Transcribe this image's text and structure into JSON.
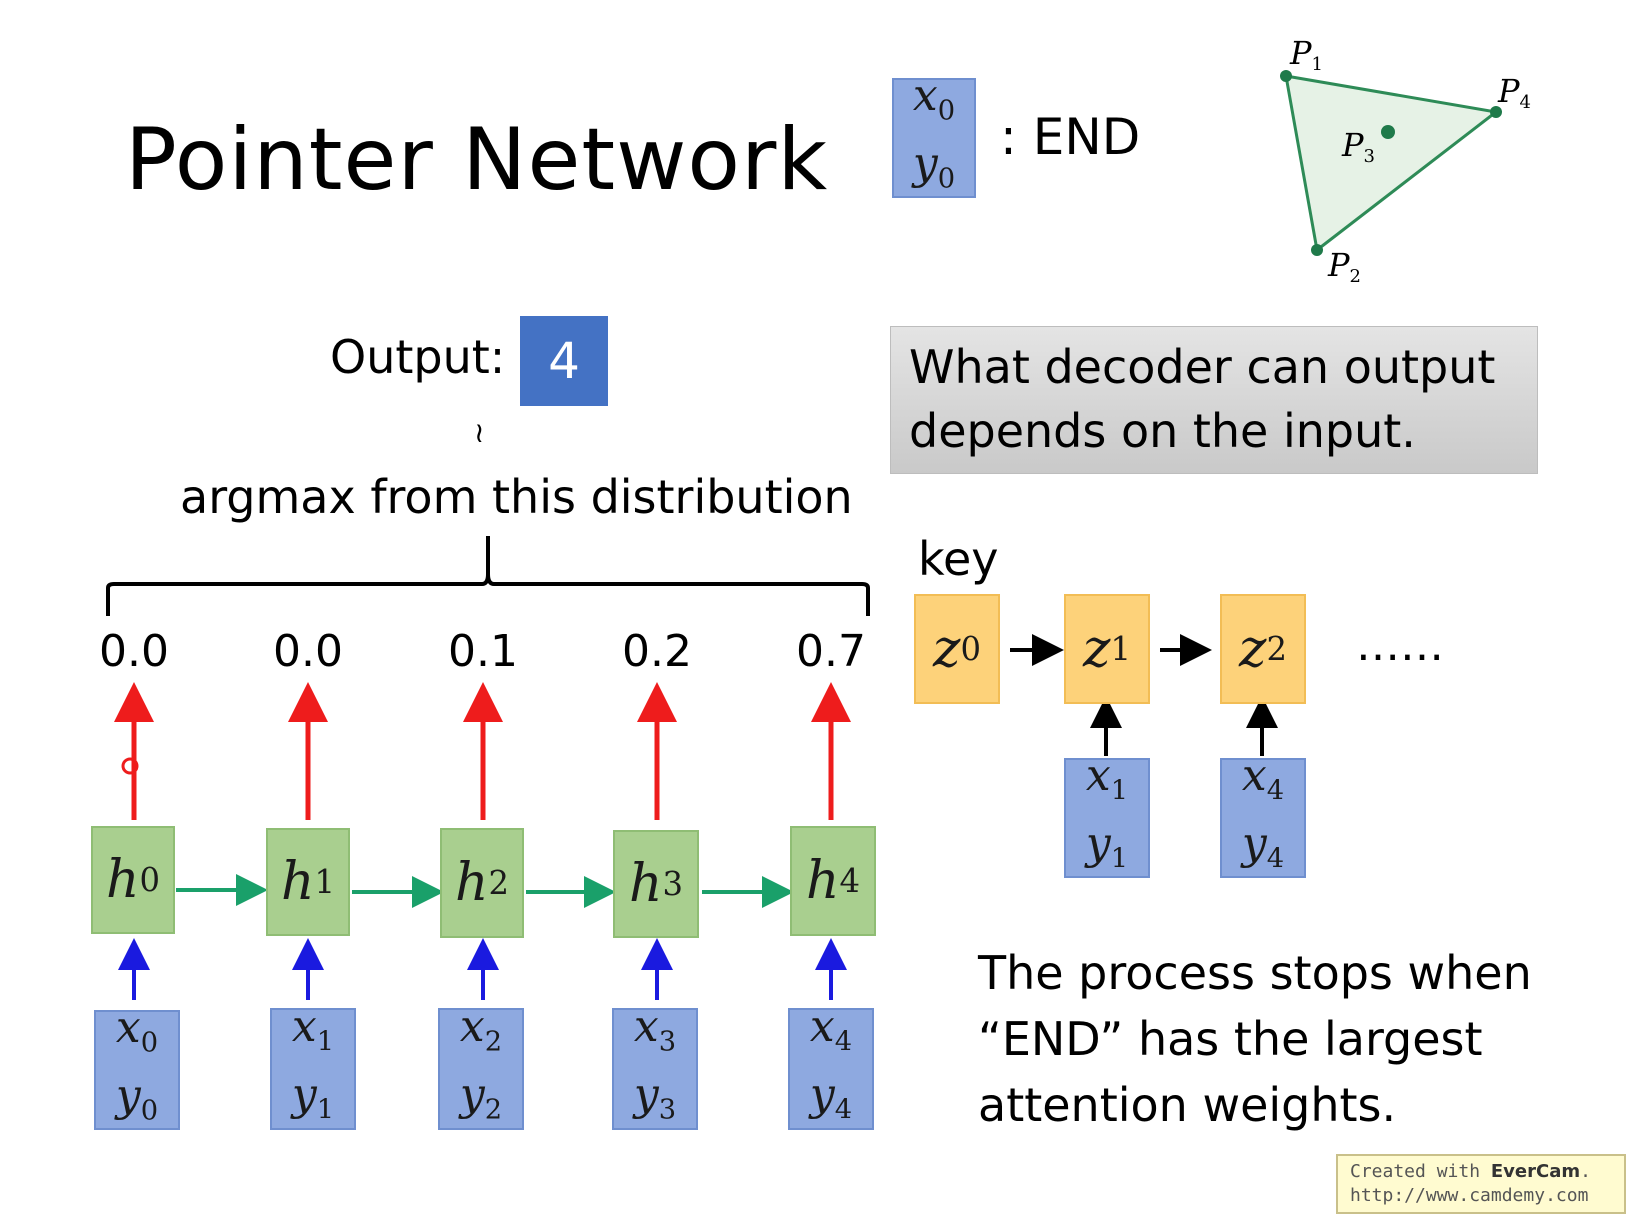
{
  "title": "Pointer Network",
  "end_token": {
    "x": "x",
    "x_sub": "0",
    "y": "y",
    "y_sub": "0",
    "label": ": END"
  },
  "points": {
    "p1": "P",
    "p1_sub": "1",
    "p2": "P",
    "p2_sub": "2",
    "p3": "P",
    "p3_sub": "3",
    "p4": "P",
    "p4_sub": "4"
  },
  "output": {
    "label": "Output:",
    "value": "4"
  },
  "tilde": "≀",
  "argmax_label": "argmax from this distribution",
  "probabilities": [
    "0.0",
    "0.0",
    "0.1",
    "0.2",
    "0.7"
  ],
  "hidden_states": [
    {
      "base": "h",
      "sup": "0"
    },
    {
      "base": "h",
      "sup": "1"
    },
    {
      "base": "h",
      "sup": "2"
    },
    {
      "base": "h",
      "sup": "3"
    },
    {
      "base": "h",
      "sup": "4"
    }
  ],
  "inputs": [
    {
      "x": "x",
      "xs": "0",
      "y": "y",
      "ys": "0"
    },
    {
      "x": "x",
      "xs": "1",
      "y": "y",
      "ys": "1"
    },
    {
      "x": "x",
      "xs": "2",
      "y": "y",
      "ys": "2"
    },
    {
      "x": "x",
      "xs": "3",
      "y": "y",
      "ys": "3"
    },
    {
      "x": "x",
      "xs": "4",
      "y": "y",
      "ys": "4"
    }
  ],
  "note_top": "What decoder can output depends on the input.",
  "key_label": "key",
  "decoder_states": [
    {
      "base": "z",
      "sup": "0"
    },
    {
      "base": "z",
      "sup": "1"
    },
    {
      "base": "z",
      "sup": "2"
    }
  ],
  "ellipsis": "……",
  "decoder_inputs": [
    {
      "x": "x",
      "xs": "1",
      "y": "y",
      "ys": "1"
    },
    {
      "x": "x",
      "xs": "4",
      "y": "y",
      "ys": "4"
    }
  ],
  "note_bottom": "The process stops when “END” has the largest attention weights.",
  "watermark": {
    "line1_prefix": "Created with ",
    "brand": "EverCam",
    "line1_suffix": ".",
    "line2": "http://www.camdemy.com"
  },
  "colors": {
    "blue_box": "#8ea9e0",
    "green_box": "#a9cf8f",
    "orange_box": "#fdd27a",
    "red_arrow": "#ee1c1c",
    "blue_arrow": "#1a1adf",
    "green_arrow": "#1aa06a",
    "output_box": "#4472c4",
    "triangle_fill": "#e6f2e6",
    "triangle_stroke": "#2e8b57"
  }
}
